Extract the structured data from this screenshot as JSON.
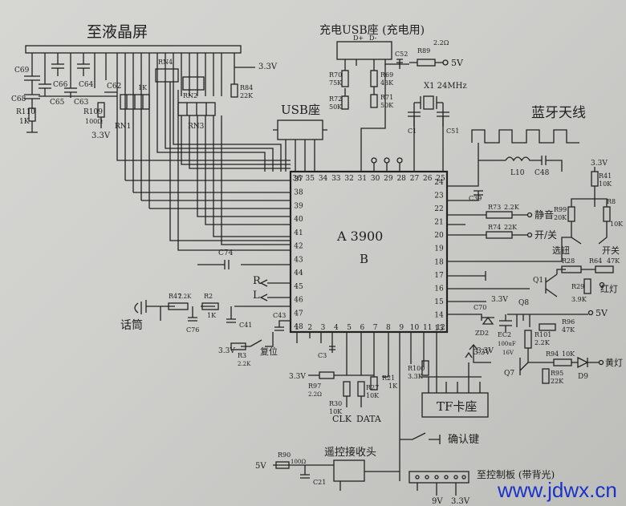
{
  "titles": {
    "lcd": "至液晶屏",
    "usb_charge": "充电USB座 (充电用)",
    "usb_socket": "USB座",
    "bluetooth_antenna": "蓝牙天线",
    "ic_name": "A 3900",
    "ic_rev": "B",
    "mic": "话筒",
    "remote_head": "遥控接收头",
    "tf_socket": "TF卡座",
    "confirm_key": "确认键",
    "to_control_board": "至控制板 (带背光)",
    "reset": "复位"
  },
  "labels": {
    "v33_top": "3.3V",
    "v33_left": "3.3V",
    "v33_r41": "3.3V",
    "v33_c70": "3.3V",
    "v33_bottom": "3.3V",
    "v33_r97": "3.3V",
    "v33_r3": "3.3V",
    "v33_q7": "3.3V",
    "v5_usb": "5V",
    "v5_right": "5V",
    "v5_remote": "5V",
    "v9": "9V",
    "dp": "D+",
    "dm": "D-",
    "x1": "X1 24MHz",
    "clk": "CLK",
    "data": "DATA",
    "R": "R",
    "L": "L",
    "mute": "静音",
    "onoff": "开/关",
    "led_red": "红灯",
    "led_yellow": "黄灯",
    "sw_onoff": "开关",
    "key_select": "选钮"
  },
  "components": {
    "c69": "C69",
    "c68": "C68",
    "r110": "R110",
    "r110v": "1K",
    "c66": "C66",
    "c65": "C65",
    "c64": "C64",
    "c63": "C63",
    "r109": "R109",
    "r109v": "100Ω",
    "c62": "C62",
    "rn1": "RN1",
    "rn2": "RN2",
    "rn3": "RN3",
    "rn4": "RN4",
    "r84": "R84",
    "r84v": "22K",
    "r70": "R70",
    "r70v": "75K",
    "r72": "R72",
    "r72v": "50K",
    "r69": "R69",
    "r69v": "43K",
    "r71": "R71",
    "r71v": "50K",
    "c52": "C52",
    "r89": "R89",
    "r89v": "2.2Ω",
    "c1": "C1",
    "c51": "C51",
    "l10": "L10",
    "c48": "C48",
    "c39": "C39",
    "r73": "R73",
    "r73v": "2.2K",
    "r74": "R74",
    "r74v": "22K",
    "r41": "R41",
    "r41v": "10K",
    "r99": "R99",
    "r99v": "20K",
    "r8": "R8",
    "r8v": "10K",
    "r28": "R28",
    "r64": "R64",
    "r64v": "47K",
    "q1": "Q1",
    "r29": "R29",
    "r29v": "3.9K",
    "c70": "C70",
    "q8": "Q8",
    "r96": "R96",
    "r96v": "47K",
    "zd2": "ZD2",
    "ec2": "EC2",
    "ec2v": "100uF",
    "ec2v2": "16V",
    "r101": "R101",
    "r101v": "2.2K",
    "r94": "R94",
    "r94v": "10K",
    "q7": "Q7",
    "r95": "R95",
    "r95v": "22K",
    "d9": "D9",
    "c74": "C74",
    "r47": "R47",
    "r47v": "2.2K",
    "r2": "R2",
    "r2v": "1K",
    "c76": "C76",
    "c41": "C41",
    "c43": "C43",
    "r3": "R3",
    "r3v": "2.2K",
    "c3": "C3",
    "r97": "R97",
    "r97v": "2.2Ω",
    "r30": "R30",
    "r30v": "10K",
    "r27": "R27",
    "r27v": "10K",
    "r21": "R21",
    "r21v": "1K",
    "r100": "R100",
    "r100v": "3.3K",
    "r90": "R90",
    "r90v": "100Ω",
    "c21": "C21"
  },
  "ic_pins": {
    "top": [
      "36",
      "35",
      "34",
      "33",
      "32",
      "31",
      "30",
      "29",
      "28",
      "27",
      "26",
      "25"
    ],
    "left": [
      "37",
      "38",
      "39",
      "40",
      "41",
      "42",
      "43",
      "44",
      "45",
      "46",
      "47",
      "48"
    ],
    "right": [
      "24",
      "23",
      "22",
      "21",
      "20",
      "19",
      "18",
      "17",
      "16",
      "15",
      "14",
      "13"
    ],
    "bottom": [
      "1",
      "2",
      "3",
      "4",
      "5",
      "6",
      "7",
      "8",
      "9",
      "10",
      "11",
      "12"
    ]
  },
  "watermark": "www.jdwx.cn"
}
